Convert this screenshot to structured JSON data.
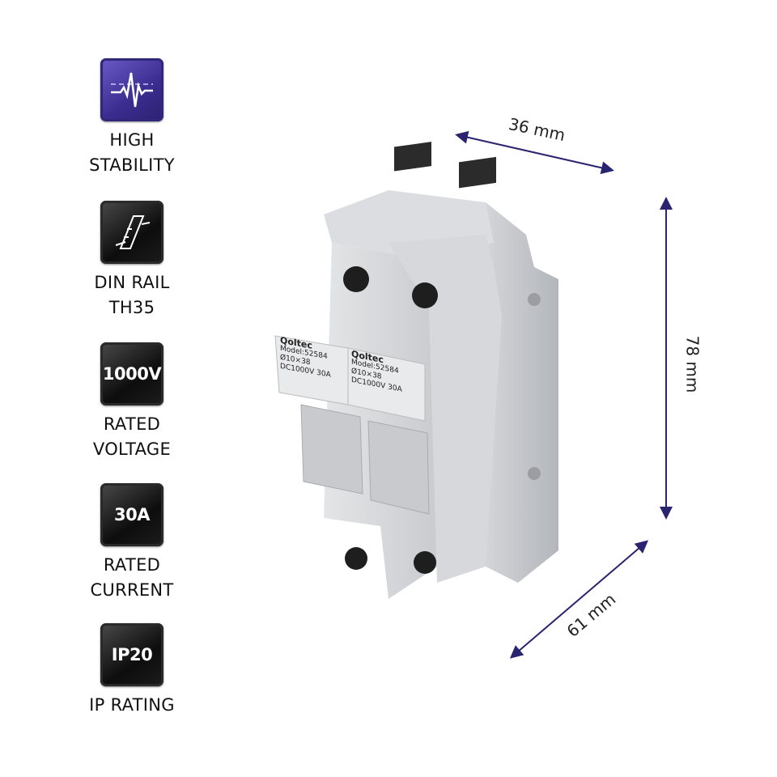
{
  "features": [
    {
      "icon": "heartbeat-icon",
      "badge": "",
      "label_lines": [
        "HIGH",
        "STABILITY"
      ]
    },
    {
      "icon": "din-rail-icon",
      "badge": "",
      "label_lines": [
        "DIN RAIL",
        "TH35"
      ]
    },
    {
      "icon": "voltage-badge",
      "badge": "1000V",
      "label_lines": [
        "RATED",
        "VOLTAGE"
      ]
    },
    {
      "icon": "current-badge",
      "badge": "30A",
      "label_lines": [
        "RATED",
        "CURRENT"
      ]
    },
    {
      "icon": "ip-badge",
      "badge": "IP20",
      "label_lines": [
        "IP RATING"
      ]
    }
  ],
  "dimensions": {
    "width": "36 mm",
    "height": "78 mm",
    "depth": "61 mm"
  },
  "product": {
    "brand": "Qoltec",
    "model": "Model:52584",
    "size": "Ø10×38",
    "rating": "DC1000V  30A"
  },
  "colors": {
    "arrow": "#2a2470",
    "accent": "#4b3ea8"
  }
}
